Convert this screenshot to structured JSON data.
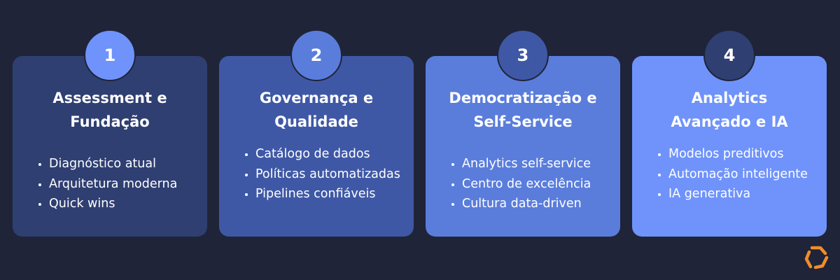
{
  "steps": [
    {
      "number": "1",
      "title": "Assessment e\nFundação",
      "items": [
        "Diagnóstico atual",
        "Arquitetura moderna",
        "Quick wins"
      ]
    },
    {
      "number": "2",
      "title": "Governança e\nQualidade",
      "items": [
        "Catálogo de dados",
        "Políticas automatizadas",
        "Pipelines confiáveis"
      ]
    },
    {
      "number": "3",
      "title": "Democratização e\nSelf-Service",
      "items": [
        "Analytics self-service",
        "Centro de excelência",
        "Cultura data-driven"
      ]
    },
    {
      "number": "4",
      "title": "Analytics\nAvançado e IA",
      "items": [
        "Modelos preditivos",
        "Automação inteligente",
        "IA generativa"
      ]
    }
  ],
  "colors": {
    "background": "#1f2438",
    "card_1": "#2f3f72",
    "card_2": "#3f58a6",
    "card_3": "#5a7ddc",
    "card_4": "#6f93fb",
    "logo": "#f28c28"
  },
  "icons": {
    "brand_logo": "hexagon-logo-icon"
  }
}
